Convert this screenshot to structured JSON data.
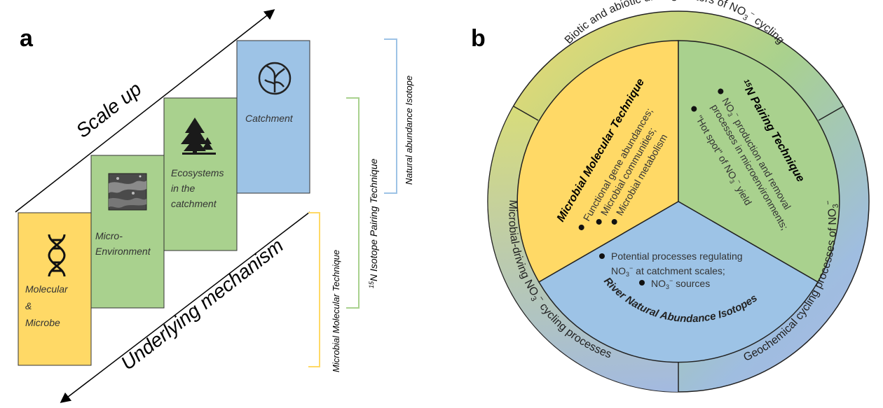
{
  "panel_a": {
    "label": "a",
    "scale_up": "Scale up",
    "underlying": "Underlying mechanism",
    "boxes": {
      "molecular": [
        "Molecular",
        "&",
        "Microbe"
      ],
      "micro": [
        "Micro-",
        "Environment"
      ],
      "ecosystems": [
        "Ecosystems",
        "in the",
        "catchment"
      ],
      "catchment": "Catchment"
    },
    "brackets": {
      "microbial": "Microbial Molecular Technique",
      "isotope_pairing_sup": "15",
      "isotope_pairing": "N Isotope Pairing Technique",
      "natural": "Natural abundance Isotope"
    },
    "colors": {
      "yellow": "#FFD966",
      "green": "#A9D18E",
      "blue": "#9DC3E6"
    },
    "icons": [
      "dna-icon",
      "soil-texture-icon",
      "tree-icon",
      "river-network-icon"
    ]
  },
  "panel_b": {
    "label": "b",
    "outer": {
      "top": "Biotic and abiotic driving factors of NO",
      "top_sub": "3",
      "top_sup": "−",
      "top_end": " cycling",
      "left": "Microbial-driving NO",
      "left_sub": "3",
      "left_sup": "−",
      "left_end": " cycling processes",
      "right": "Geochemical cycling processes of NO",
      "right_sub": "3",
      "right_sup": "−"
    },
    "microbial": {
      "title": "Microbial Molecular Technique",
      "items": [
        "Functional gene abundances;",
        "Microbial communities;",
        "Microbial metabolism"
      ]
    },
    "pairing": {
      "title_sup": "15",
      "title": "N Pairing Technique",
      "item1_pre": "NO",
      "item1_sub": "3",
      "item1_sup": "−",
      "item1_post": " production and removal",
      "item1_line2": "processes in microenvironments;",
      "item2_pre": "\"Hot spot\" of NO",
      "item2_sub": "3",
      "item2_sup": "−",
      "item2_post": " yield"
    },
    "natural": {
      "title": "River Natural Abundance Isotopes",
      "item1_line1": "Potential processes regulating",
      "item1_pre": "NO",
      "item1_sub": "3",
      "item1_sup": "−",
      "item1_post": " at catchment scales;",
      "item2_pre": "NO",
      "item2_sub": "3",
      "item2_sup": "−",
      "item2_post": " sources"
    },
    "colors": {
      "yellow": "#FFD966",
      "green": "#A9D18E",
      "blue": "#9DC3E6"
    }
  }
}
